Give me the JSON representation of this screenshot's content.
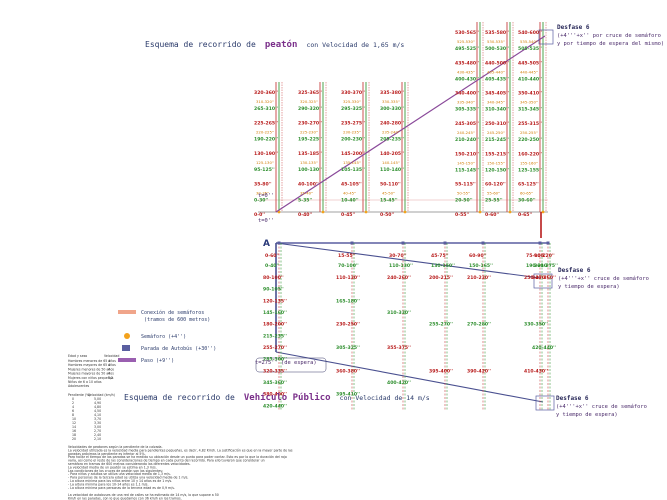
{
  "title_ped": {
    "prefix": "Esquema de recorrido de",
    "em": "peatón",
    "speed": "con Velocidad de 1,65 m/s"
  },
  "title_bus": {
    "prefix": "Esquema de recorrido de",
    "em": "Vehículo Público",
    "speed": "con Velocidad de 14 m/s"
  },
  "ped_desfase": [
    "Desfase 6",
    "(+4'''+x'' por cruce de semáforo",
    "y por tiempo de espera del mismo)"
  ],
  "bus_desfase_top": [
    "Desfase 6",
    "(+4'''+x'' cruce de semáforo",
    "y tiempo de espera)"
  ],
  "bus_desfase_bot": [
    "Desfase 6",
    "(+4'''+x'' cruce de semáforo",
    "y tiempo de espera)"
  ],
  "ped_t_labels": [
    "t=0''",
    "t=0''"
  ],
  "bus_label_a": "A",
  "bus_t_label": "t=275'' (de espera)",
  "legend": {
    "items": [
      {
        "label": "Conexión de semáforos",
        "sub": "(tramos de 600 metros)",
        "color": "#f0a58a",
        "shape": "bar"
      },
      {
        "label": "Semáforo (+4'')",
        "sub": "",
        "color": "#f3a21c",
        "shape": "dot"
      },
      {
        "label": "Parada de Autobús (+30'')",
        "sub": "",
        "color": "#5a5fa0",
        "shape": "square"
      },
      {
        "label": "Paso (+9'')",
        "sub": "",
        "color": "#9a5fb0",
        "shape": "bar"
      }
    ]
  },
  "ped_columns": [
    {
      "red": [
        "320-360''",
        "225-265''",
        "130-190''",
        "35-80''",
        "0-0''"
      ],
      "green": [
        "265-310''",
        "190-220''",
        "95-125''",
        "0-30''"
      ],
      "orange": [
        "310-320''",
        "220-225''",
        "125-130''",
        "30-35''"
      ]
    },
    {
      "red": [
        "325-365''",
        "230-270''",
        "135-185''",
        "40-100''",
        "0-40''"
      ],
      "green": [
        "290-320''",
        "195-225''",
        "100-130''",
        "5-35''"
      ],
      "orange": [
        "320-325''",
        "225-230''",
        "130-135''",
        "35-40''"
      ]
    },
    {
      "red": [
        "330-370''",
        "235-275''",
        "145-200''",
        "45-105''",
        "0-45''"
      ],
      "green": [
        "295-325''",
        "200-230''",
        "105-135''",
        "10-40''"
      ],
      "orange": [
        "325-330''",
        "230-235''",
        "135-145''",
        "40-45''"
      ]
    },
    {
      "red": [
        "335-380''",
        "240-280''",
        "140-205''",
        "50-110''",
        "0-50''"
      ],
      "green": [
        "300-330''",
        "205-235''",
        "110-140''",
        "15-45''"
      ],
      "orange": [
        "330-335''",
        "235-240''",
        "140-145''",
        "45-50''"
      ]
    },
    {
      "red": [
        "530-565''",
        "435-480''",
        "340-400''",
        "245-305''",
        "150-210''",
        "55-115''",
        "0-55''"
      ],
      "green": [
        "495-525''",
        "400-430''",
        "305-335''",
        "210-240''",
        "115-145''",
        "20-50''"
      ],
      "orange": [
        "525-530''",
        "430-435''",
        "335-340''",
        "240-245''",
        "145-150''",
        "50-55''"
      ]
    },
    {
      "red": [
        "535-580''",
        "440-500''",
        "345-405''",
        "250-310''",
        "155-215''",
        "60-120''",
        "0-60''"
      ],
      "green": [
        "500-530''",
        "405-435''",
        "310-340''",
        "215-245''",
        "120-150''",
        "25-55''"
      ],
      "orange": [
        "530-535''",
        "435-440''",
        "340-345''",
        "245-250''",
        "150-155''",
        "55-60''"
      ]
    },
    {
      "red": [
        "540-600''",
        "445-505''",
        "350-410''",
        "255-315''",
        "160-220''",
        "65-125''",
        "0-65''"
      ],
      "green": [
        "505-535''",
        "410-440''",
        "315-345''",
        "220-250''",
        "125-155''",
        "30-60''"
      ],
      "orange": [
        "535-540''",
        "440-445''",
        "345-350''",
        "250-255''",
        "155-160''",
        "60-65''"
      ]
    }
  ],
  "bus_columns": [
    {
      "top": [
        "0-60''",
        "0-40''"
      ],
      "left": [
        "80-100''",
        "90-105''",
        "120-135''",
        "145-160''",
        "180-200''",
        "215-235''",
        "255-270''",
        "285-300''",
        "320-335''",
        "345-360''",
        "380-400''",
        "420-440''"
      ]
    },
    {
      "top": [
        "15-55''",
        "70-100''"
      ],
      "left": [
        "110-130''",
        "165-180''",
        "230-250''",
        "305-325''",
        "360-380''",
        "395-410''"
      ]
    },
    {
      "top": [
        "30-70''",
        "110-130''"
      ],
      "left": [
        "240-260''",
        "310-330''",
        "355-375''",
        "400-420''"
      ]
    },
    {
      "top": [
        "45-75''",
        "130-150''"
      ],
      "left": [
        "200-215''",
        "255-270''",
        "395-400''"
      ]
    },
    {
      "top": [
        "60-90''",
        "150-165''"
      ],
      "left": [
        "210-230''",
        "270-280''",
        "390-420''"
      ]
    },
    {
      "top": [
        "75-105''",
        "190-210''"
      ],
      "left": [
        "250-270''",
        "330-350''",
        "410-430''"
      ]
    },
    {
      "top": [
        "90-120''",
        "260-275''"
      ],
      "left": [
        "340-360''",
        "420-440''"
      ]
    }
  ],
  "bottom_table": {
    "heading": [
      "Edad y sexo",
      "Velocidad"
    ],
    "rows": [
      [
        "Hombres menores de 65 años",
        "4"
      ],
      [
        "Hombres mayores de 65 años",
        "4"
      ],
      [
        "Mujeres menores de 50 años",
        "4"
      ],
      [
        "Mujeres mayores de 50 años",
        "4"
      ],
      [
        "Mujeres con niños pequeños",
        "3,2"
      ],
      [
        "Niños de 6 a 10 años",
        ""
      ],
      [
        "Adolescentes",
        ""
      ]
    ],
    "perc_heading": [
      "Pendiente (%)",
      "Velocidad (km/h)"
    ],
    "perc_rows": [
      [
        "0",
        "5,00"
      ],
      [
        "2",
        "4,90"
      ],
      [
        "4",
        "4,80"
      ],
      [
        "6",
        "4,50"
      ],
      [
        "8",
        "4,10"
      ],
      [
        "10",
        "3,70"
      ],
      [
        "12",
        "3,30"
      ],
      [
        "14",
        "3,00"
      ],
      [
        "16",
        "2,70"
      ],
      [
        "18",
        "2,40"
      ],
      [
        "20",
        "2,10"
      ]
    ]
  },
  "bottom_notes": [
    "Velocidades de peatones según la pendiente de la calzada.",
    "La velocidad utilizada es la velocidad media para pendientes pequeñas, es decir, 4,82 Km/h. La justificación es que en la mayor parte de las",
    "paradas próximas la pendiente es inferior al 5%.",
    "Para hallar el tiempo de las paradas se ha medido su ubicación desde un punto para poder contar. Esto es por lo que la duración del rojo",
    "varía, así como el resto de las consideraciones de tiempo en cada punto del recorrido. Para ello tuvieron que considerar un",
    "semáforo en tramos de 600 metros considerando las diferentes velocidades.",
    "La velocidad media de un peatón se estima en 1,3 m/s.",
    "Las condiciones de los cruces de peatón son las siguientes:",
    "  - Para niños y adultos se utiliza una velocidad media de 1,3 m/s.",
    "  - Para personas de la tercera edad se utiliza una velocidad media de 1 m/s.",
    "  - La altura mínima para los niños entre 10 y 14 años es de 1 m/s.",
    "  - La altura mínima para los 10-14 años es 1,1 m/s.",
    "  - La altura mínima para personas de la tercera edad es de 0,9 m/s.",
    "La velocidad de autobuses de una red de calles se ha estimado de 14 m/s, lo que supone a 50",
    "Km/h en las paradas, con lo que quedamos con 36 km/h en los tramos."
  ]
}
